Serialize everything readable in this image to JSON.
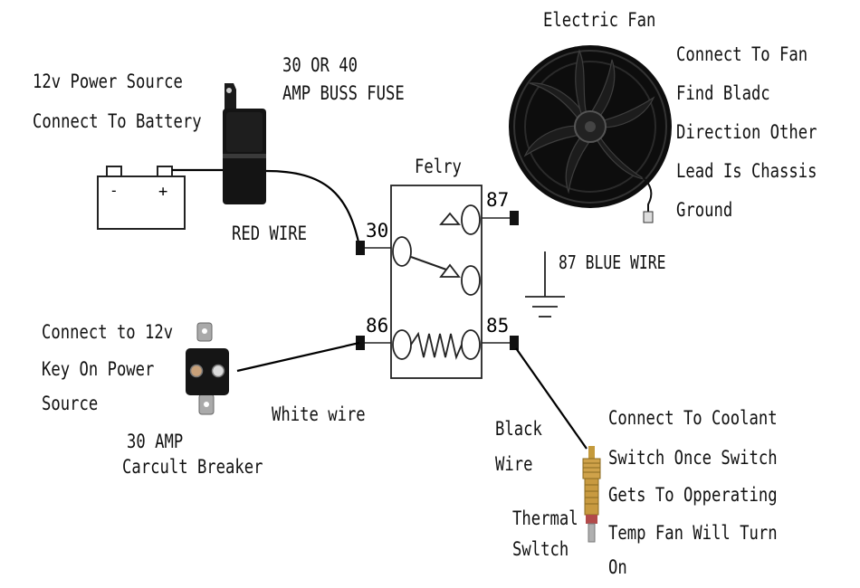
{
  "labels": {
    "power_source": "12v Power Source",
    "connect_battery": "Connect To Battery",
    "fuse_line1": "30 OR 40",
    "fuse_line2": "AMP BUSS FUSE",
    "red_wire": "RED WIRE",
    "relay_title": "Felry",
    "electric_fan": "Electric Fan",
    "fan_note": [
      "Connect To Fan",
      "Find Bladc",
      "Direction Other",
      "Lead Is Chassis",
      "Ground"
    ],
    "blue_wire": "87 BLUE WIRE",
    "key_note": [
      "Connect to 12v",
      "Key On Power",
      "Source"
    ],
    "white_wire": "White wire",
    "breaker_line1": "30 AMP",
    "breaker_line2": "Carcult Breaker",
    "black_wire_line1": "Black",
    "black_wire_line2": "Wire",
    "thermal_line1": "Thermal",
    "thermal_line2": "Swltch",
    "coolant_note": [
      "Connect To Coolant",
      "Switch Once Switch",
      "Gets To Opperating",
      "Temp Fan Will Turn",
      "On"
    ]
  },
  "terminals": {
    "t30": "30",
    "t87": "87",
    "t86": "86",
    "t85": "85"
  },
  "battery": {
    "neg": "-",
    "pos": "+"
  }
}
